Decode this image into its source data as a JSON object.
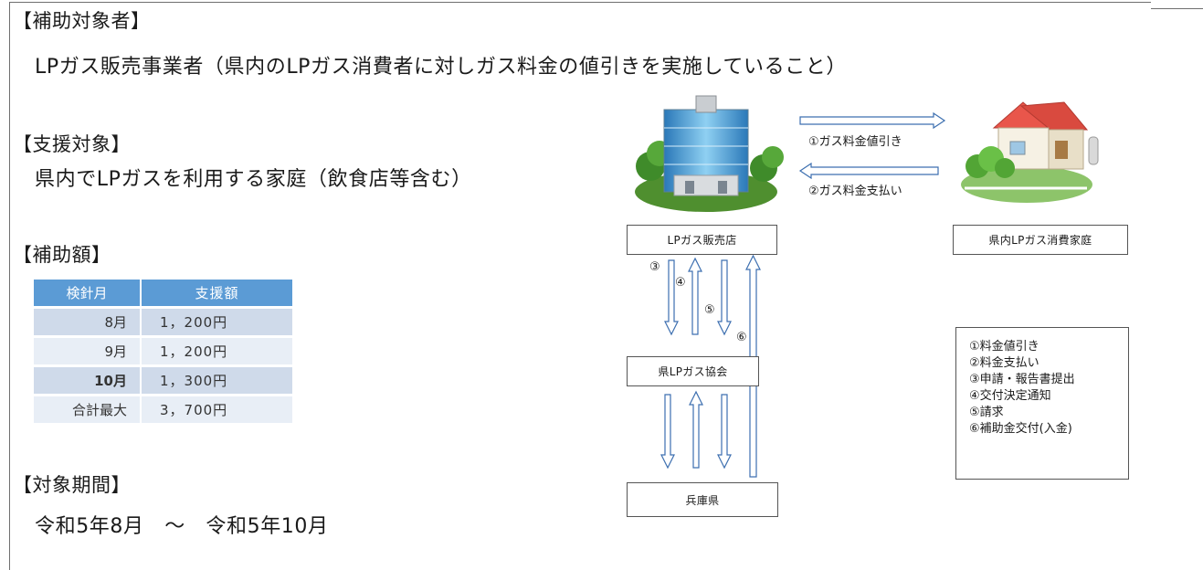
{
  "sections": {
    "target_title": "【補助対象者】",
    "target_text": "LPガス販売事業者（県内のLPガス消費者に対しガス料金の値引きを実施していること）",
    "support_title": "【支援対象】",
    "support_text": "県内でLPガスを利用する家庭（飲食店等含む）",
    "amount_title": "【補助額】",
    "period_title": "【対象期間】",
    "period_text": "令和5年8月　～　令和5年10月"
  },
  "table": {
    "headers": [
      "検針月",
      "支援額"
    ],
    "rows": [
      [
        "8月",
        "1，200円"
      ],
      [
        "9月",
        "1，200円"
      ],
      [
        "10月",
        "1，300円"
      ],
      [
        "合計最大",
        "3，700円"
      ]
    ]
  },
  "diagram": {
    "shop_label": "LPガス販売店",
    "home_label": "県内LPガス消費家庭",
    "assoc_label": "県LPガス協会",
    "pref_label": "兵庫県",
    "arrow_discount": "①ガス料金値引き",
    "arrow_payment": "②ガス料金支払い",
    "n3": "③",
    "n4": "④",
    "n5": "⑤",
    "n6": "⑥"
  },
  "legend": [
    "①料金値引き",
    "②料金支払い",
    "③申請・報告書提出",
    "④交付決定通知",
    "⑤請求",
    "⑥補助金交付(入金)"
  ]
}
